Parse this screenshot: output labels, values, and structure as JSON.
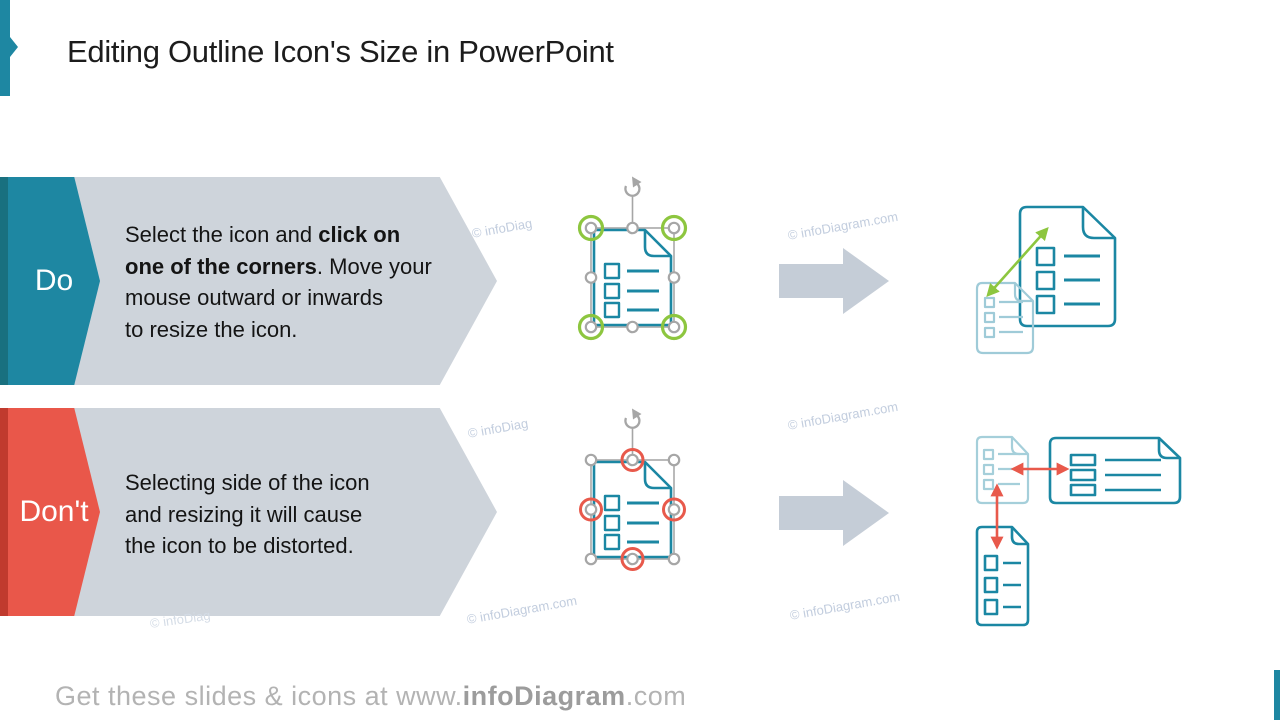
{
  "title": "Editing Outline Icon's Size in PowerPoint",
  "rows": {
    "do": {
      "label": "Do",
      "text_lines": {
        "l1_normal": "Select the icon and ",
        "l1_bold": "click on",
        "l2_bold": "one of the corners",
        "l2_normal": ". Move your",
        "l3": "mouse outward or inwards",
        "l4": "to resize the icon."
      }
    },
    "dont": {
      "label": "Don't",
      "text_lines": {
        "l1": "Selecting side of the icon",
        "l2": "and resizing it will cause",
        "l3": "the icon to be distorted."
      }
    }
  },
  "watermarks": [
    "© infoDiag",
    "© infoDiagram.com",
    "© infoDiagram.com",
    "© infoDiag",
    "© infoDiag",
    "© infoDiagram.com",
    "© infoDiagram.com"
  ],
  "footer": {
    "prefix": "Get these slides & icons at www.",
    "brand": "infoDiagram",
    "suffix": ".com"
  },
  "icons": {
    "rotation_handle": "rotate-arrow-icon",
    "do_selection": "document-with-corner-handles-highlighted",
    "dont_selection": "document-with-side-handles-highlighted",
    "flow_arrow": "right-block-arrow",
    "do_result": "proportionally-resized-documents",
    "dont_result": "distorted-stretched-documents"
  },
  "colors": {
    "teal": "#1E87A2",
    "teal_dark": "#19707F",
    "red": "#E9574A",
    "red_dark": "#C03A2E",
    "banner_gray": "#CED4DB",
    "arrow_gray": "#C5CDD7",
    "icon_teal": "#1B87A3",
    "icon_teal_light": "#A3CEDB",
    "green_accent": "#8DC63F",
    "red_accent": "#E8594B",
    "handle_gray": "#A6A6A6",
    "watermark_blue": "#C2CDDE",
    "footer_gray": "#B3B3B3"
  }
}
